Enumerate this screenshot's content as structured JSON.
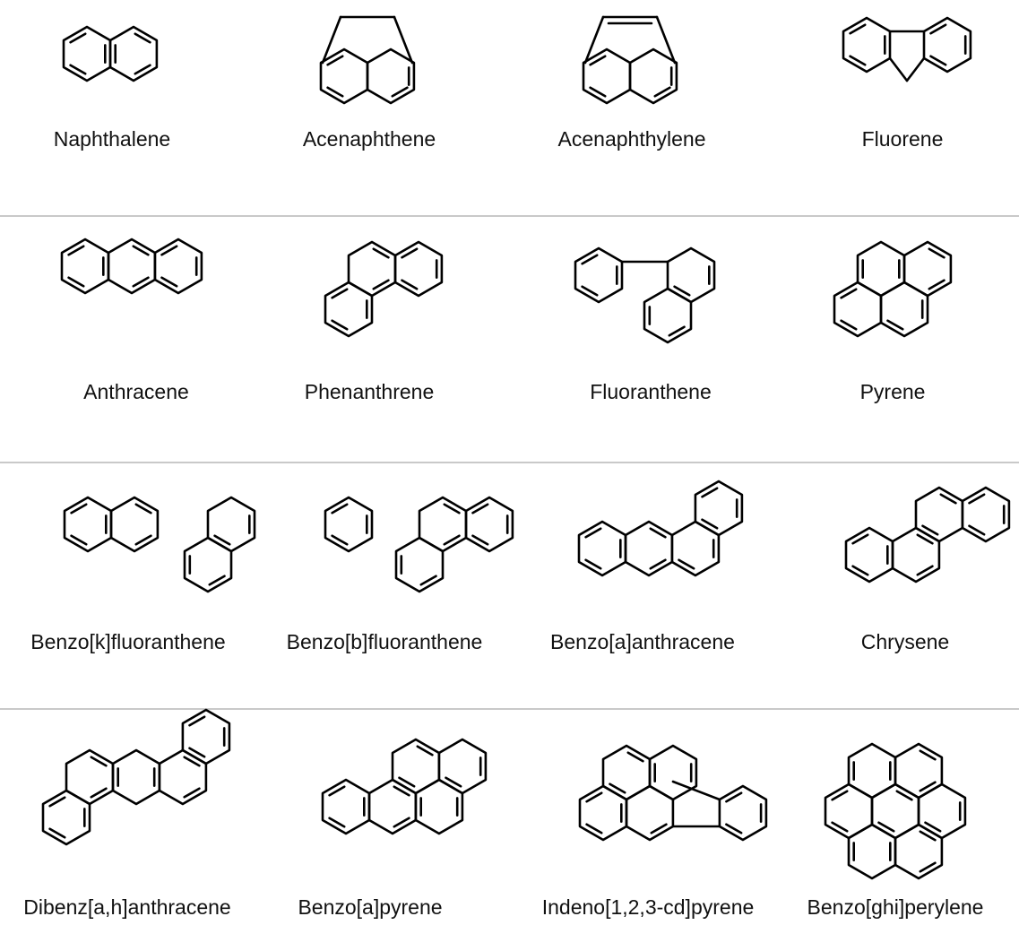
{
  "rows": [
    {
      "compounds": [
        {
          "name": "Naphthalene",
          "icon": "naphthalene-structure"
        },
        {
          "name": "Acenaphthene",
          "icon": "acenaphthene-structure"
        },
        {
          "name": "Acenaphthylene",
          "icon": "acenaphthylene-structure"
        },
        {
          "name": "Fluorene",
          "icon": "fluorene-structure"
        }
      ]
    },
    {
      "compounds": [
        {
          "name": "Anthracene",
          "icon": "anthracene-structure"
        },
        {
          "name": "Phenanthrene",
          "icon": "phenanthrene-structure"
        },
        {
          "name": "Fluoranthene",
          "icon": "fluoranthene-structure"
        },
        {
          "name": "Pyrene",
          "icon": "pyrene-structure"
        }
      ]
    },
    {
      "compounds": [
        {
          "name": "Benzo[k]fluoranthene",
          "icon": "benzo-k-fluoranthene-structure"
        },
        {
          "name": "Benzo[b]fluoranthene",
          "icon": "benzo-b-fluoranthene-structure"
        },
        {
          "name": "Benzo[a]anthracene",
          "icon": "benzo-a-anthracene-structure"
        },
        {
          "name": "Chrysene",
          "icon": "chrysene-structure"
        }
      ]
    },
    {
      "compounds": [
        {
          "name": "Dibenz[a,h]anthracene",
          "icon": "dibenz-a-h-anthracene-structure"
        },
        {
          "name": "Benzo[a]pyrene",
          "icon": "benzo-a-pyrene-structure"
        },
        {
          "name": "Indeno[1,2,3-cd]pyrene",
          "icon": "indeno-pyrene-structure"
        },
        {
          "name": "Benzo[ghi]perylene",
          "icon": "benzo-ghi-perylene-structure"
        }
      ]
    }
  ],
  "colors": {
    "line": "#000000",
    "divider": "#c9c9c9",
    "text": "#111111"
  }
}
